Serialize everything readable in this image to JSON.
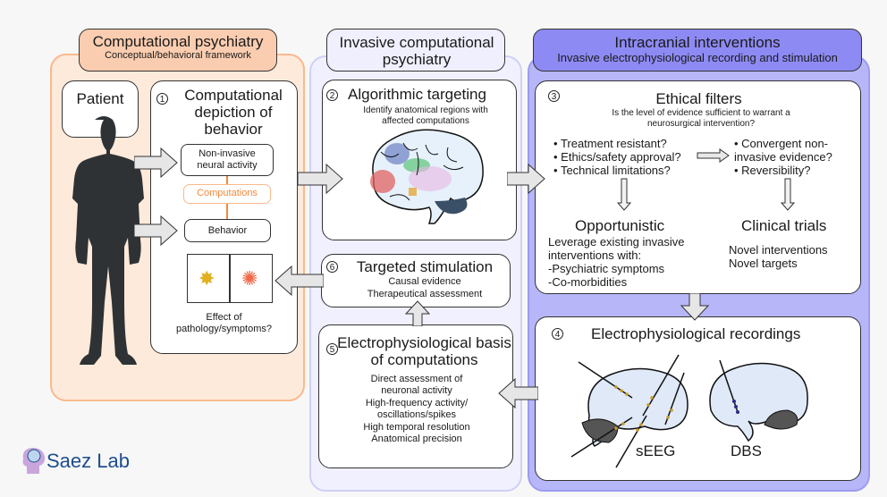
{
  "logo": {
    "text": "Saez Lab",
    "icon": "head-brain-icon",
    "color": "#1e4d8c"
  },
  "colors": {
    "column1_fill": "#feeadb",
    "column1_border": "#f9b98e",
    "column1_header": "#fbcdb0",
    "column2_fill": "#f0f0fe",
    "column2_border": "#cfd0f5",
    "column2_header": "#efeffd",
    "column3_fill": "#b6b6f9",
    "column3_border": "#9c9cf0",
    "column3_header": "#8e8af4",
    "computations_accent": "#f5883c",
    "silhouette": "#2e3235"
  },
  "columns": [
    {
      "title": "Computational psychiatry",
      "subtitle": "Conceptual/behavioral framework"
    },
    {
      "title": "Invasive computational psychiatry",
      "subtitle": ""
    },
    {
      "title": "Intracranial interventions",
      "subtitle": "Invasive electrophysiological recording and stimulation"
    }
  ],
  "patient": {
    "label": "Patient"
  },
  "step1": {
    "number": "1",
    "title": "Computational depiction of behavior",
    "nodes": [
      "Non-invasive neural activity",
      "Computations",
      "Behavior"
    ],
    "caption": "Effect of pathology/symptoms?"
  },
  "step2": {
    "number": "2",
    "title": "Algorithmic targeting",
    "subtitle": "Identify anatomical regions with affected computations"
  },
  "step3": {
    "number": "3",
    "title": "Ethical filters",
    "question": "Is the level of evidence sufficient to warrant a neurosurgical intervention?",
    "left_bullets": [
      "Treatment resistant?",
      "Ethics/safety approval?",
      "Technical limitations?"
    ],
    "right_bullets": [
      "Convergent non-invasive evidence?",
      "Reversibility?"
    ],
    "opportunistic": {
      "title": "Opportunistic",
      "lines": [
        "Leverage existing invasive",
        "interventions with:",
        "-Psychiatric symptoms",
        "-Co-morbidities"
      ]
    },
    "clinical_trials": {
      "title": "Clinical trials",
      "lines": [
        "Novel interventions",
        "Novel targets"
      ]
    }
  },
  "step4": {
    "number": "4",
    "title": "Electrophysiological recordings",
    "labels": [
      "sEEG",
      "DBS"
    ]
  },
  "step5": {
    "number": "5",
    "title": "Electrophysiological basis of computations",
    "lines": [
      "Direct assessment of",
      "neuronal activity",
      "High-frequency activity/",
      "oscillations/spikes",
      "High temporal resolution",
      "Anatomical precision"
    ]
  },
  "step6": {
    "number": "6",
    "title": "Targeted stimulation",
    "lines": [
      "Causal evidence",
      "Therapeutical assessment"
    ]
  }
}
